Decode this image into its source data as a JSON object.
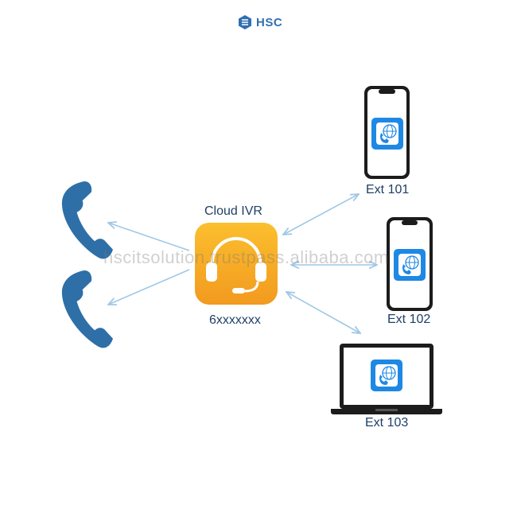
{
  "brand": {
    "logo_text": "HSC",
    "color": "#2f6fb3"
  },
  "hub": {
    "title": "Cloud IVR",
    "number": "6xxxxxxx",
    "color": "#f5a623",
    "icon": "headset-icon"
  },
  "callers": [
    {
      "icon": "phone-handset-icon"
    },
    {
      "icon": "phone-handset-icon"
    }
  ],
  "endpoints": [
    {
      "label": "Ext 101",
      "device": "smartphone",
      "app_icon": "voip-globe-phone-icon"
    },
    {
      "label": "Ext 102",
      "device": "smartphone",
      "app_icon": "voip-globe-phone-icon"
    },
    {
      "label": "Ext 103",
      "device": "laptop",
      "app_icon": "voip-globe-phone-icon"
    }
  ],
  "watermark": "hscitsolution.trustpass.alibaba.com",
  "colors": {
    "handset": "#2e6fa7",
    "arrow": "#9fc8e6",
    "app": "#1e88e5",
    "label": "#1f3f66"
  }
}
